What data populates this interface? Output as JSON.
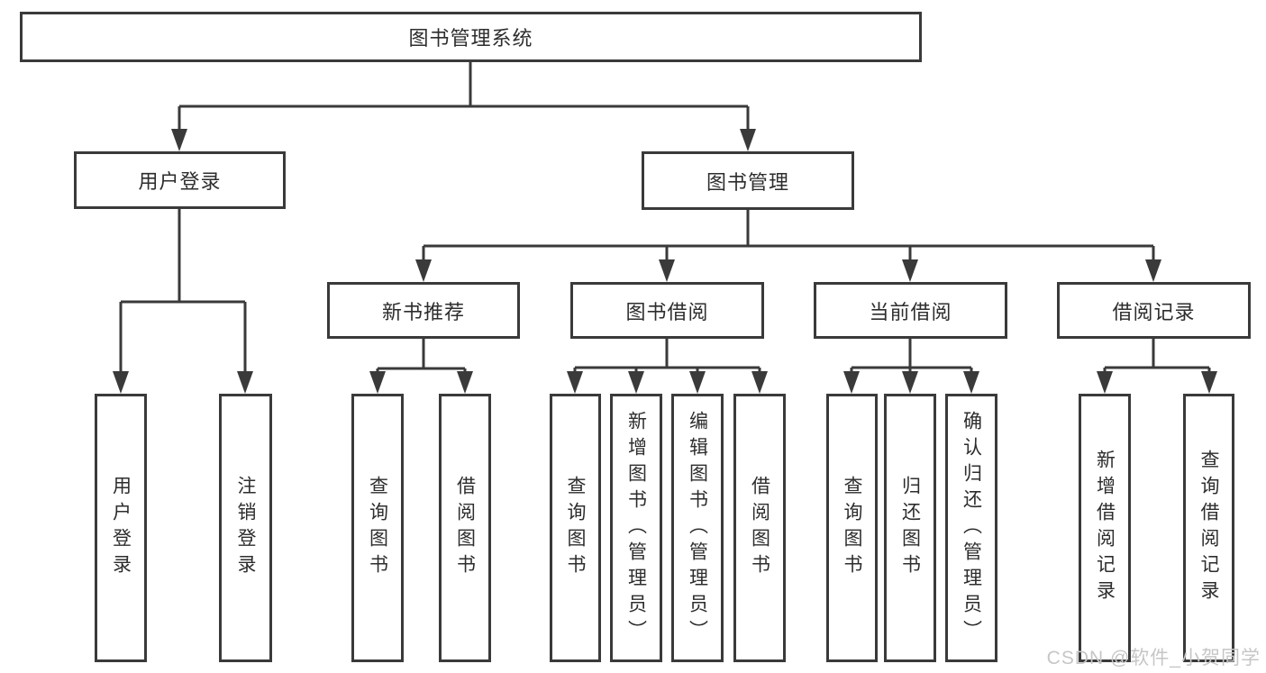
{
  "palette": {
    "line_color": "#3a3a3a",
    "text_color": "#2d2d2d",
    "box_background": "#ffffff",
    "watermark_color": "#c6c6c6"
  },
  "root": {
    "label": "图书管理系统"
  },
  "branches": [
    {
      "label": "用户登录",
      "children": [
        {
          "label": "用户登录"
        },
        {
          "label": "注销登录"
        }
      ]
    },
    {
      "label": "图书管理",
      "groups": [
        {
          "label": "新书推荐",
          "children": [
            {
              "label": "查询图书"
            },
            {
              "label": "借阅图书"
            }
          ]
        },
        {
          "label": "图书借阅",
          "children": [
            {
              "label": "查询图书"
            },
            {
              "label": "新增图书（管理员）"
            },
            {
              "label": "编辑图书（管理员）"
            },
            {
              "label": "借阅图书"
            }
          ]
        },
        {
          "label": "当前借阅",
          "children": [
            {
              "label": "查询图书"
            },
            {
              "label": "归还图书"
            },
            {
              "label": "确认归还（管理员）"
            }
          ]
        },
        {
          "label": "借阅记录",
          "children": [
            {
              "label": "新增借阅记录"
            },
            {
              "label": "查询借阅记录"
            }
          ]
        }
      ]
    }
  ],
  "watermark": "CSDN @软件_小贺同学"
}
